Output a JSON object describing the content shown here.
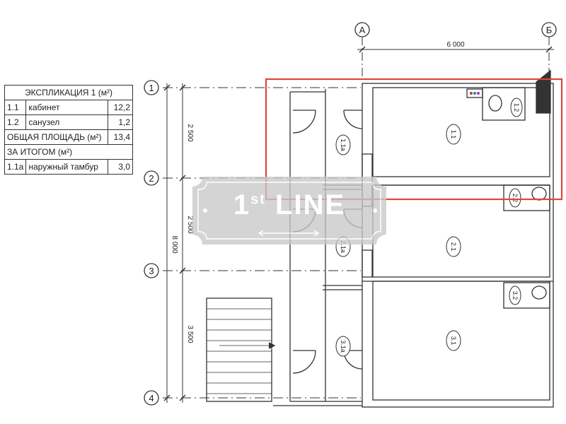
{
  "explication": {
    "title": "ЭКСПЛИКАЦИЯ 1 (м²)",
    "rows": [
      {
        "num": "1.1",
        "name": "кабинет",
        "area": "12,2"
      },
      {
        "num": "1.2",
        "name": "санузел",
        "area": "1,2"
      }
    ],
    "total_label": "ОБЩАЯ ПЛОЩАДЬ (м²)",
    "total_value": "13,4",
    "extra_title": "ЗА ИТОГОМ (м²)",
    "extra_rows": [
      {
        "num": "1.1а",
        "name": "наружный тамбур",
        "area": "3,0"
      }
    ]
  },
  "axes": {
    "columns": [
      "А",
      "Б"
    ],
    "rows": [
      "1",
      "2",
      "3",
      "4"
    ]
  },
  "dimensions": {
    "width_top": "6 000",
    "spans": [
      "2 500",
      "2 500",
      "3 500"
    ],
    "total": "8 000"
  },
  "rooms": {
    "r11": "1.1",
    "r12": "1.2",
    "r11a": "1.1а",
    "r21": "2.1",
    "r22": "2.2",
    "r21a": "2.1а",
    "r31": "3.1",
    "r32": "3.2",
    "r31a": "3.1а"
  },
  "watermark": {
    "main": "1",
    "sup": "st",
    "word": "LINE"
  },
  "colors": {
    "highlight": "#e0463c",
    "wall": "#333333",
    "watermark": "#c8c8c8"
  }
}
